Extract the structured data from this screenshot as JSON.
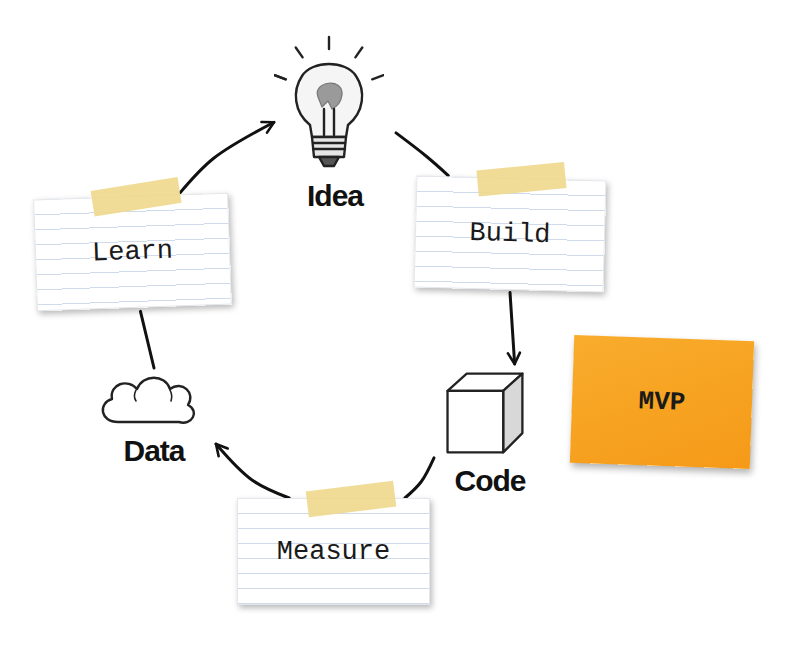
{
  "diagram": {
    "nodes": [
      {
        "text": [
          "Idea"
        ]
      },
      {
        "text": [
          "Build"
        ]
      },
      {
        "text": [
          "Code"
        ]
      },
      {
        "text": [
          "Measure"
        ]
      },
      {
        "text": [
          "Data"
        ]
      },
      {
        "text": [
          "Learn"
        ]
      },
      {
        "text": [
          "MVP"
        ]
      }
    ],
    "edges": [
      {
        "from": 0,
        "to": 1,
        "arrow": "none"
      },
      {
        "from": 1,
        "to": 2,
        "arrow": "to"
      },
      {
        "from": 2,
        "to": 3,
        "arrow": "none"
      },
      {
        "from": 3,
        "to": 4,
        "arrow": "to"
      },
      {
        "from": 4,
        "to": 5,
        "arrow": "none"
      },
      {
        "from": 5,
        "to": 0,
        "arrow": "to"
      }
    ]
  }
}
